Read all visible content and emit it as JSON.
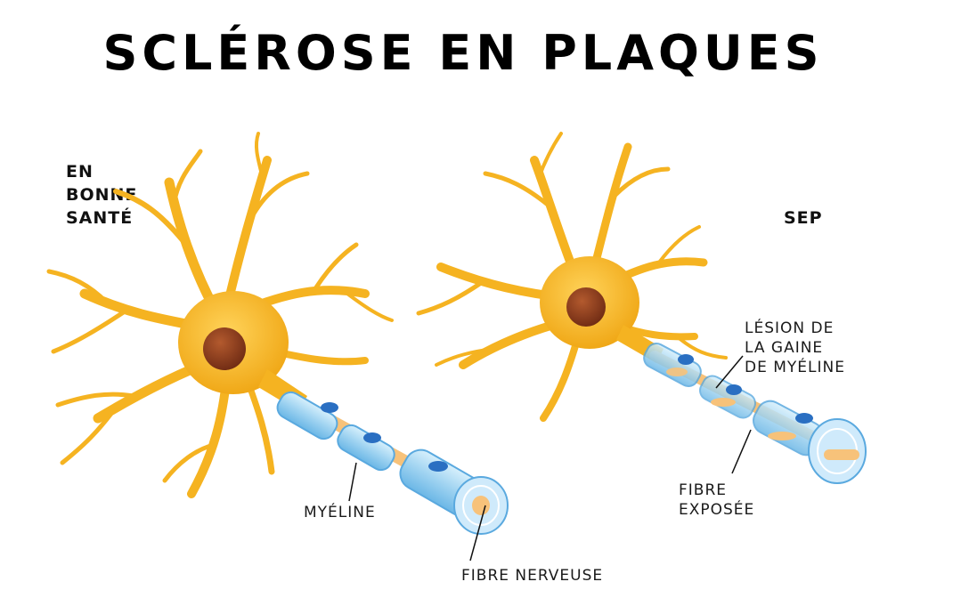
{
  "title": "SCLÉROSE EN PLAQUES",
  "panels": {
    "healthy": {
      "label_lines": [
        "EN",
        "BONNE",
        "SANTÉ"
      ],
      "callouts": {
        "myelin": "MYÉLINE",
        "nerve_fiber": "FIBRE NERVEUSE"
      }
    },
    "ms": {
      "label": "SEP",
      "callouts": {
        "lesion": "LÉSION DE\nLA GAINE\nDE MYÉLINE",
        "exposed_fiber": "FIBRE\nEXPOSÉE"
      }
    }
  },
  "colors": {
    "neuron": "#f5b321",
    "neuron_dark": "#e39a10",
    "nucleus": "#8a3a1e",
    "myelin": "#a8d8f2",
    "myelin_dark": "#5aa9df",
    "node_blue": "#2a6fc2",
    "axon": "#f7c27a"
  }
}
